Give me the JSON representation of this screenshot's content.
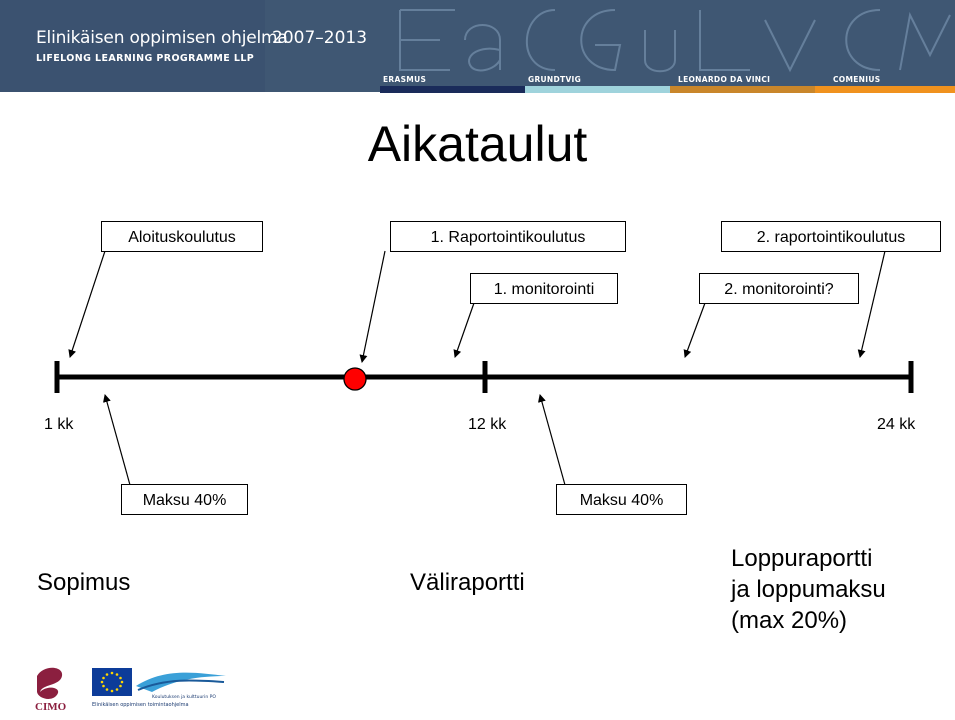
{
  "header": {
    "programme_fi": "Elinikäisen oppimisen ohjelma",
    "programme_en": "LIFELONG LEARNING PROGRAMME LLP",
    "years": "2007–2013",
    "subprogrammes": [
      {
        "label": "ERASMUS",
        "color": "#1a2b5a"
      },
      {
        "label": "GRUNDTVIG",
        "color": "#9fd3dc"
      },
      {
        "label": "LEONARDO DA VINCI",
        "color": "#c9862a"
      },
      {
        "label": "COMENIUS",
        "color": "#f0921e"
      }
    ]
  },
  "title": "Aikataulut",
  "timeline": {
    "ticks": [
      "1 kk",
      "12 kk",
      "24 kk"
    ],
    "marker_color": "#ff0000"
  },
  "callouts_above": [
    {
      "label": "Aloituskoulutus"
    },
    {
      "label": "1. Raportointikoulutus"
    },
    {
      "label": "1. monitorointi"
    },
    {
      "label": "2. raportointikoulutus"
    },
    {
      "label": "2. monitorointi?"
    }
  ],
  "callouts_below": [
    {
      "label": "Maksu 40%"
    },
    {
      "label": "Maksu 40%"
    }
  ],
  "phases": {
    "start": "Sopimus",
    "middle": "Väliraportti",
    "end_line1": "Loppuraportti",
    "end_line2": "ja loppumaksu",
    "end_line3": "(max 20%)"
  },
  "logos": {
    "cimo": "CIMO",
    "eu_caption1": "Koulutuksen ja kulttuurin PO",
    "eu_caption2": "Elinikäisen oppimisen toimintaohjelma"
  }
}
